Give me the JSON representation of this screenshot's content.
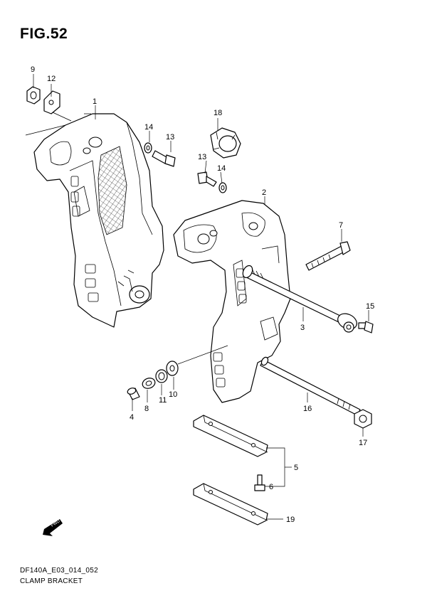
{
  "figure_title": "FIG.52",
  "footer_code": "DF140A_E03_014_052",
  "footer_name": "CLAMP BRACKET",
  "fwd_label": "FWD",
  "callouts": {
    "n1": "1",
    "n2": "2",
    "n3": "3",
    "n4": "4",
    "n5": "5",
    "n6": "6",
    "n7": "7",
    "n8": "8",
    "n9": "9",
    "n10": "10",
    "n11": "11",
    "n12": "12",
    "n13a": "13",
    "n13b": "13",
    "n14a": "14",
    "n14b": "14",
    "n15": "15",
    "n16": "16",
    "n17": "17",
    "n18": "18",
    "n19": "19"
  }
}
